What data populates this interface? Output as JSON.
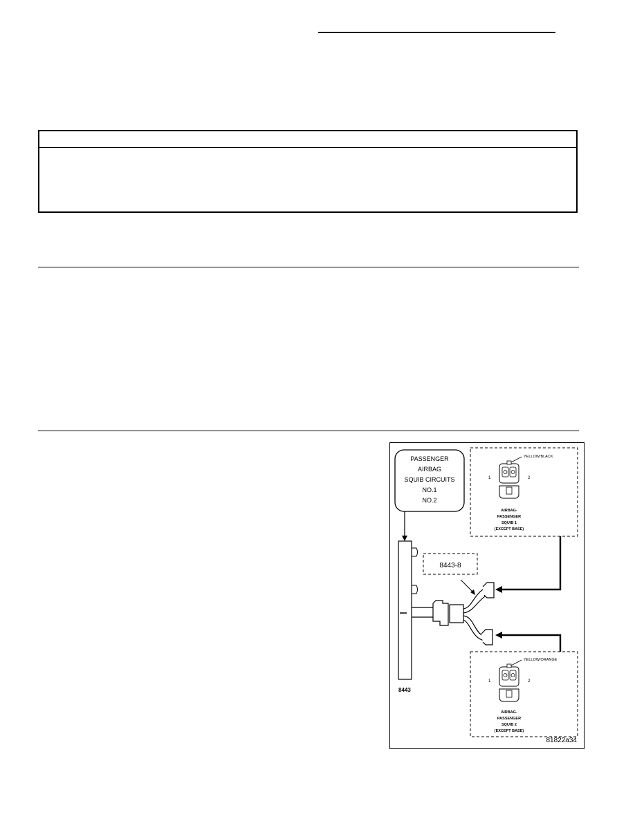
{
  "figure": {
    "callout_lines": [
      "PASSENGER",
      "AIRBAG",
      "SQUIB CIRCUITS",
      "NO.1",
      "NO.2"
    ],
    "tool_label": "8443-8",
    "module_label": "8443",
    "top_connector": {
      "wire_color": "YELLOW/BLACK",
      "pin_left": "1",
      "pin_right": "2",
      "caption": [
        "AIRBAG-",
        "PASSENGER",
        "SQUIB 1",
        "(EXCEPT BASE)"
      ]
    },
    "bottom_connector": {
      "wire_color": "YELLOW/ORANGE",
      "pin_left": "1",
      "pin_right": "2",
      "caption": [
        "AIRBAG-",
        "PASSENGER",
        "SQUIB 2",
        "(EXCEPT BASE)"
      ]
    },
    "figure_id": "81822a34"
  }
}
